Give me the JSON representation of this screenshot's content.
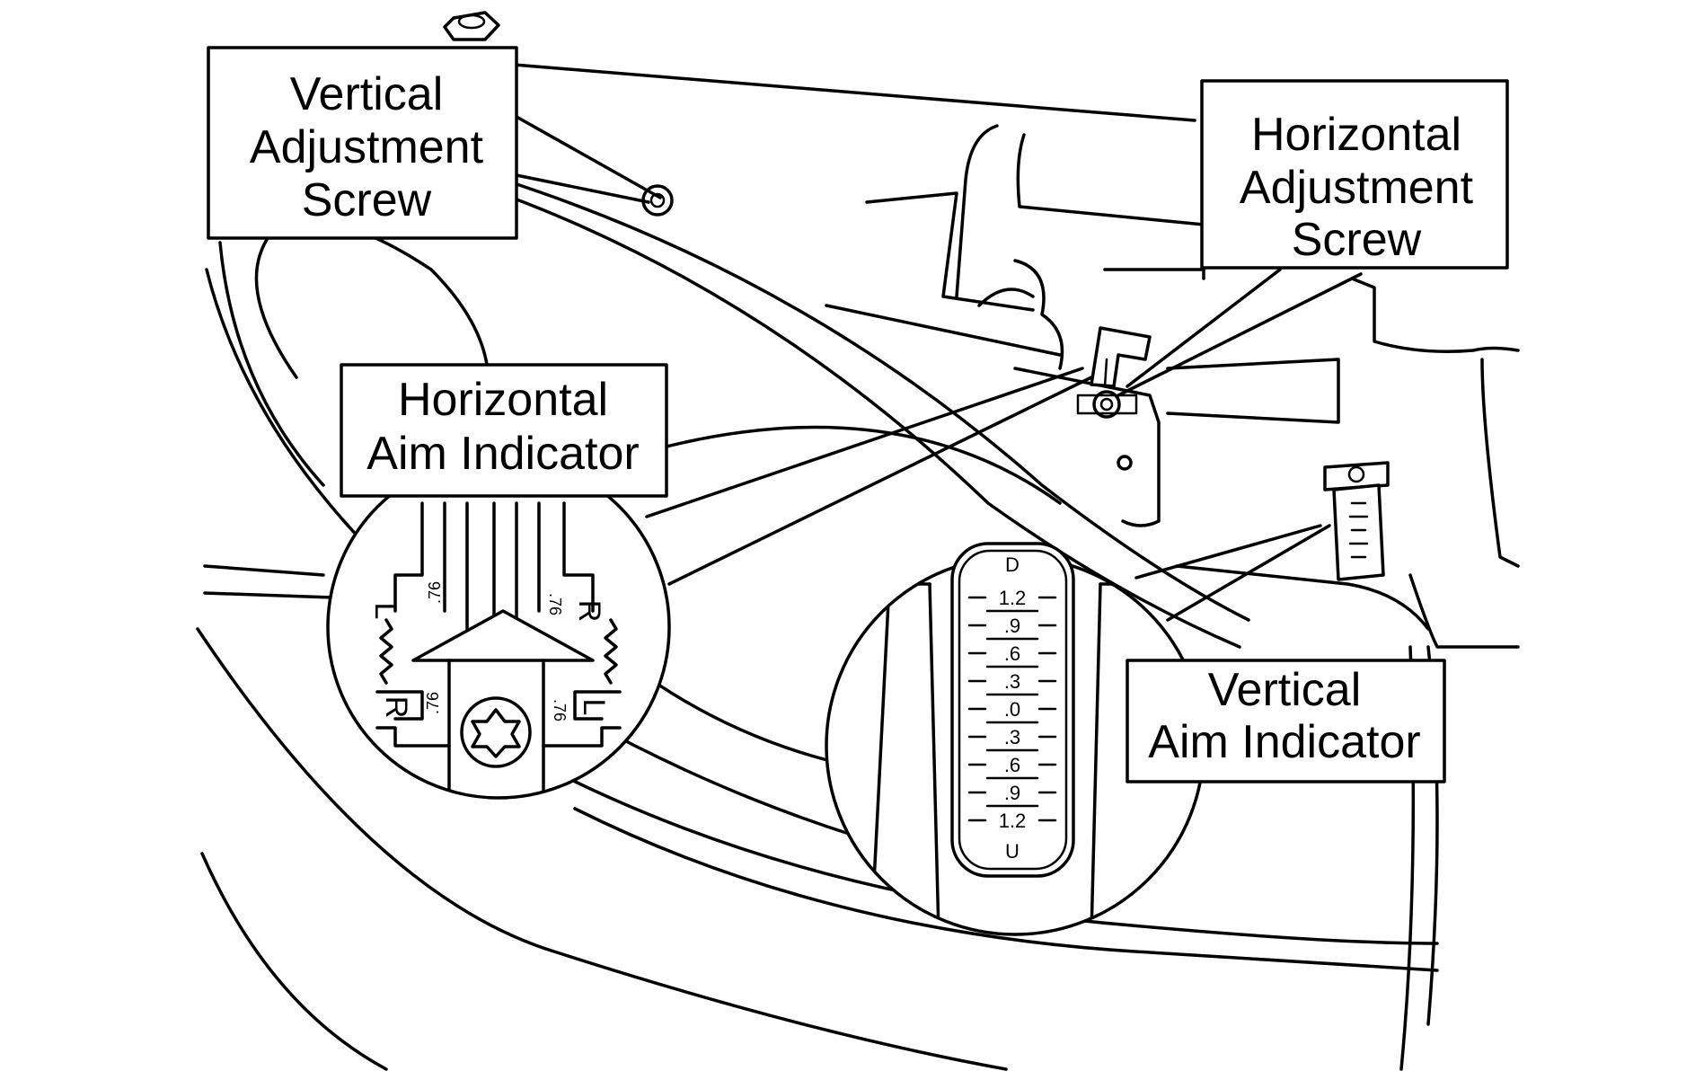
{
  "callouts": {
    "vertical_adjustment_screw": [
      "Vertical",
      "Adjustment",
      "Screw"
    ],
    "horizontal_adjustment_screw": [
      "Horizontal",
      "Adjustment",
      "Screw"
    ],
    "horizontal_aim_indicator": [
      "Horizontal",
      "Aim Indicator"
    ],
    "vertical_aim_indicator": [
      "Vertical",
      "Aim Indicator"
    ]
  },
  "horizontal_indicator": {
    "left_letter": "L",
    "right_letter": "R",
    "value": ".76"
  },
  "vertical_scale": {
    "top_letter": "D",
    "bottom_letter": "U",
    "ticks": [
      "1.2",
      ".9",
      ".6",
      ".3",
      ".0",
      ".3",
      ".6",
      ".9",
      "1.2"
    ]
  },
  "colors": {
    "line": "#000000",
    "background": "#ffffff"
  }
}
